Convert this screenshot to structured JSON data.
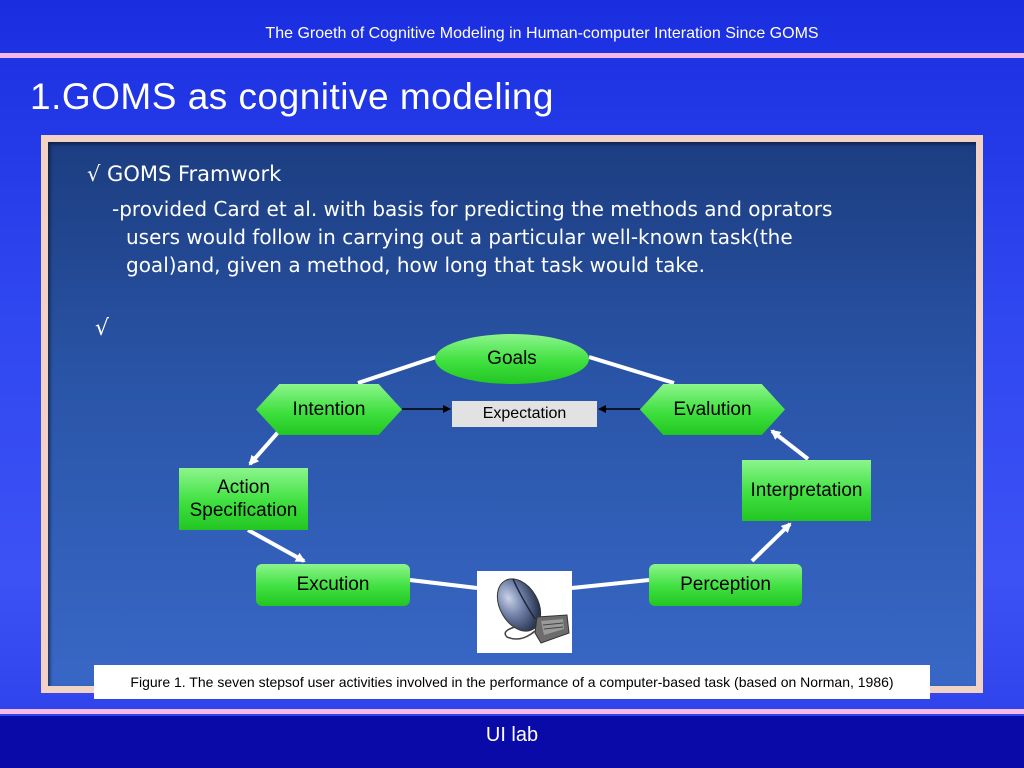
{
  "header": {
    "title": "The Groeth of Cognitive Modeling in Human-computer Interation Since GOMS"
  },
  "slide": {
    "heading": "1.GOMS as cognitive modeling"
  },
  "content": {
    "bullet1": "√ GOMS Framwork",
    "line1": "-provided Card et al. with basis for predicting the methods and oprators",
    "line2": "users would follow in carrying out a particular well-known task(the",
    "line3": "goal)and, given a method, how long that task would take.",
    "bullet2": "√"
  },
  "diagram": {
    "goals": "Goals",
    "intention": "Intention",
    "expectation": "Expectation",
    "evalution": "Evalution",
    "action_line1": "Action",
    "action_line2": "Specification",
    "interpretation": "Interpretation",
    "excution": "Excution",
    "perception": "Perception",
    "image_icon": "computer-mouse-icon"
  },
  "caption": "Figure 1. The seven stepsof user activities involved in the performance of a computer-based task (based on Norman, 1986)",
  "footer": {
    "label": "UI lab"
  },
  "colors": {
    "background": "#2f47f0",
    "node_green": "#3fe03f",
    "accent_line": "#f5b8e8",
    "footer": "#0a0aa8"
  }
}
